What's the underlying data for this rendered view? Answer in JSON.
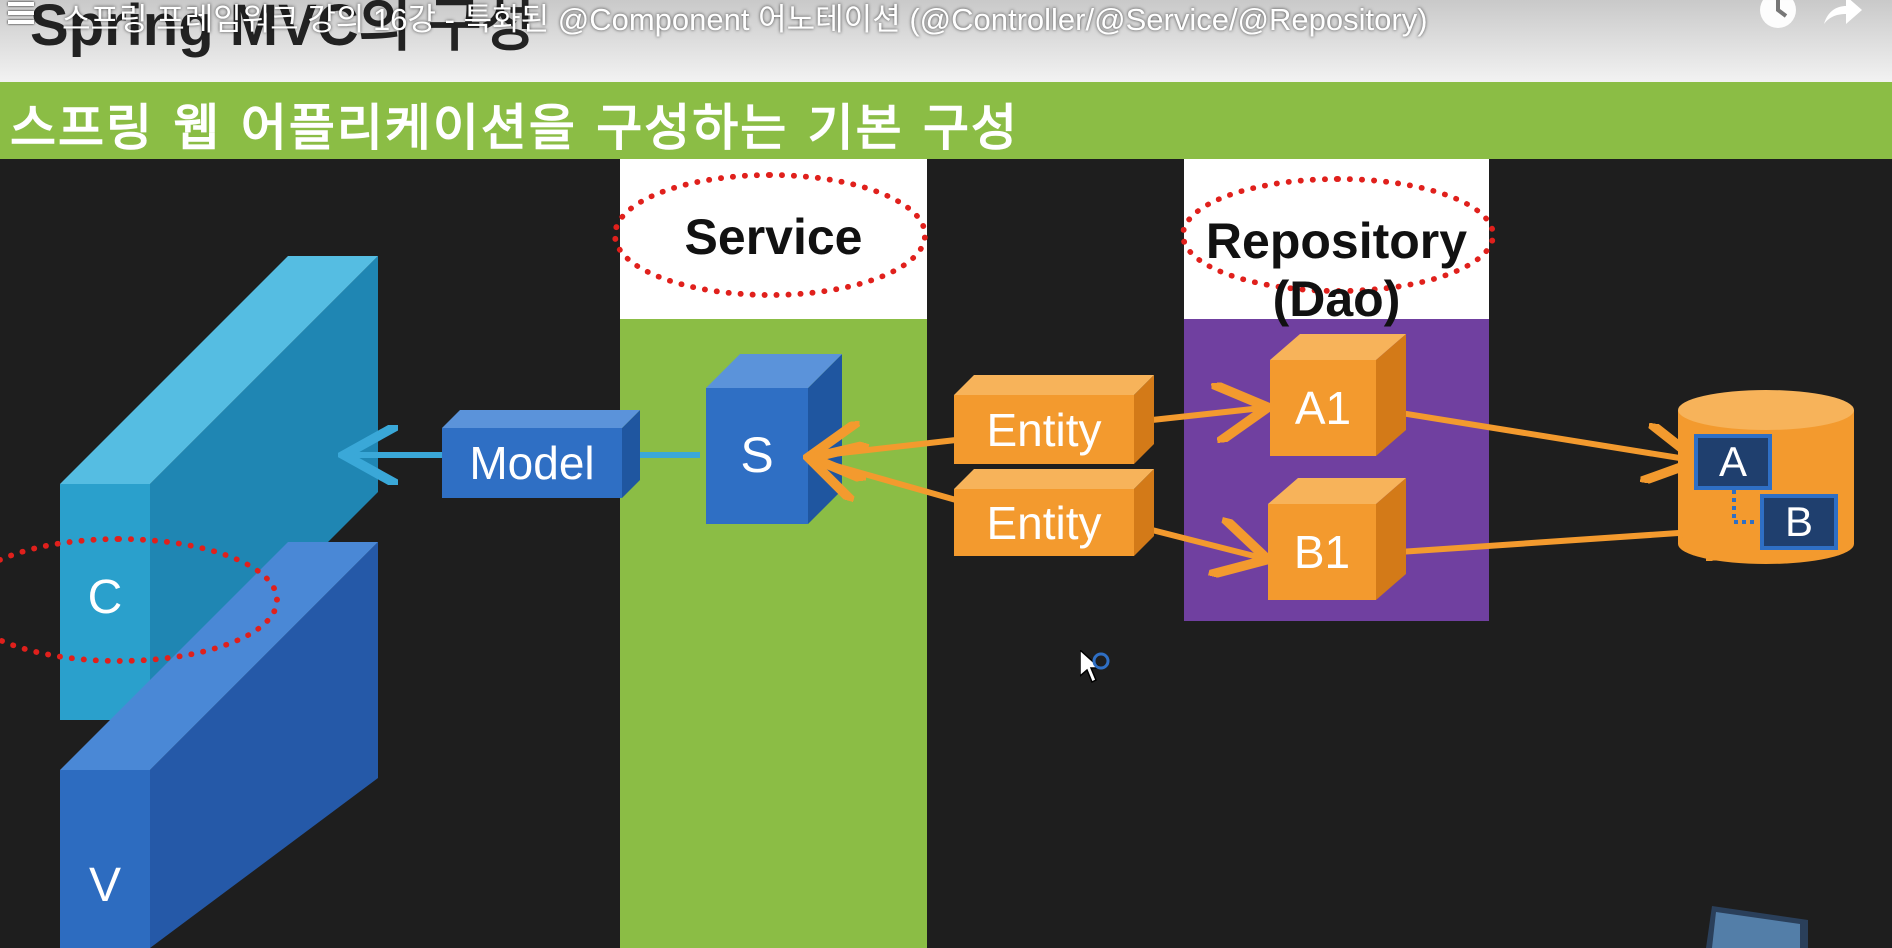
{
  "video": {
    "title": "스프링 프레임워크 강의 16강 - 특화된 @Component 어노테이션 (@Controller/@Service/@Repository)",
    "icons": [
      "menu-icon",
      "watch-later-icon",
      "share-icon"
    ]
  },
  "slide": {
    "title": "Spring MVC의 구성",
    "subtitle": "스프링 웹 어플리케이션을 구성하는 기본 구성",
    "columns": {
      "service": "Service",
      "repository_line1": "Repository",
      "repository_line2": "(Dao)"
    },
    "blocks": {
      "controller": "C",
      "view": "V",
      "model": "Model",
      "service": "S",
      "entity1": "Entity",
      "entity2": "Entity",
      "repo_a1": "A1",
      "repo_b1": "B1",
      "db_a": "A",
      "db_b": "B"
    },
    "colors": {
      "green": "#8bbd45",
      "purple": "#7040a0",
      "orange": "#f39a2e",
      "blue": "#2f6fc4",
      "cyan": "#3aa8d8",
      "highlight": "#e0201c"
    }
  }
}
